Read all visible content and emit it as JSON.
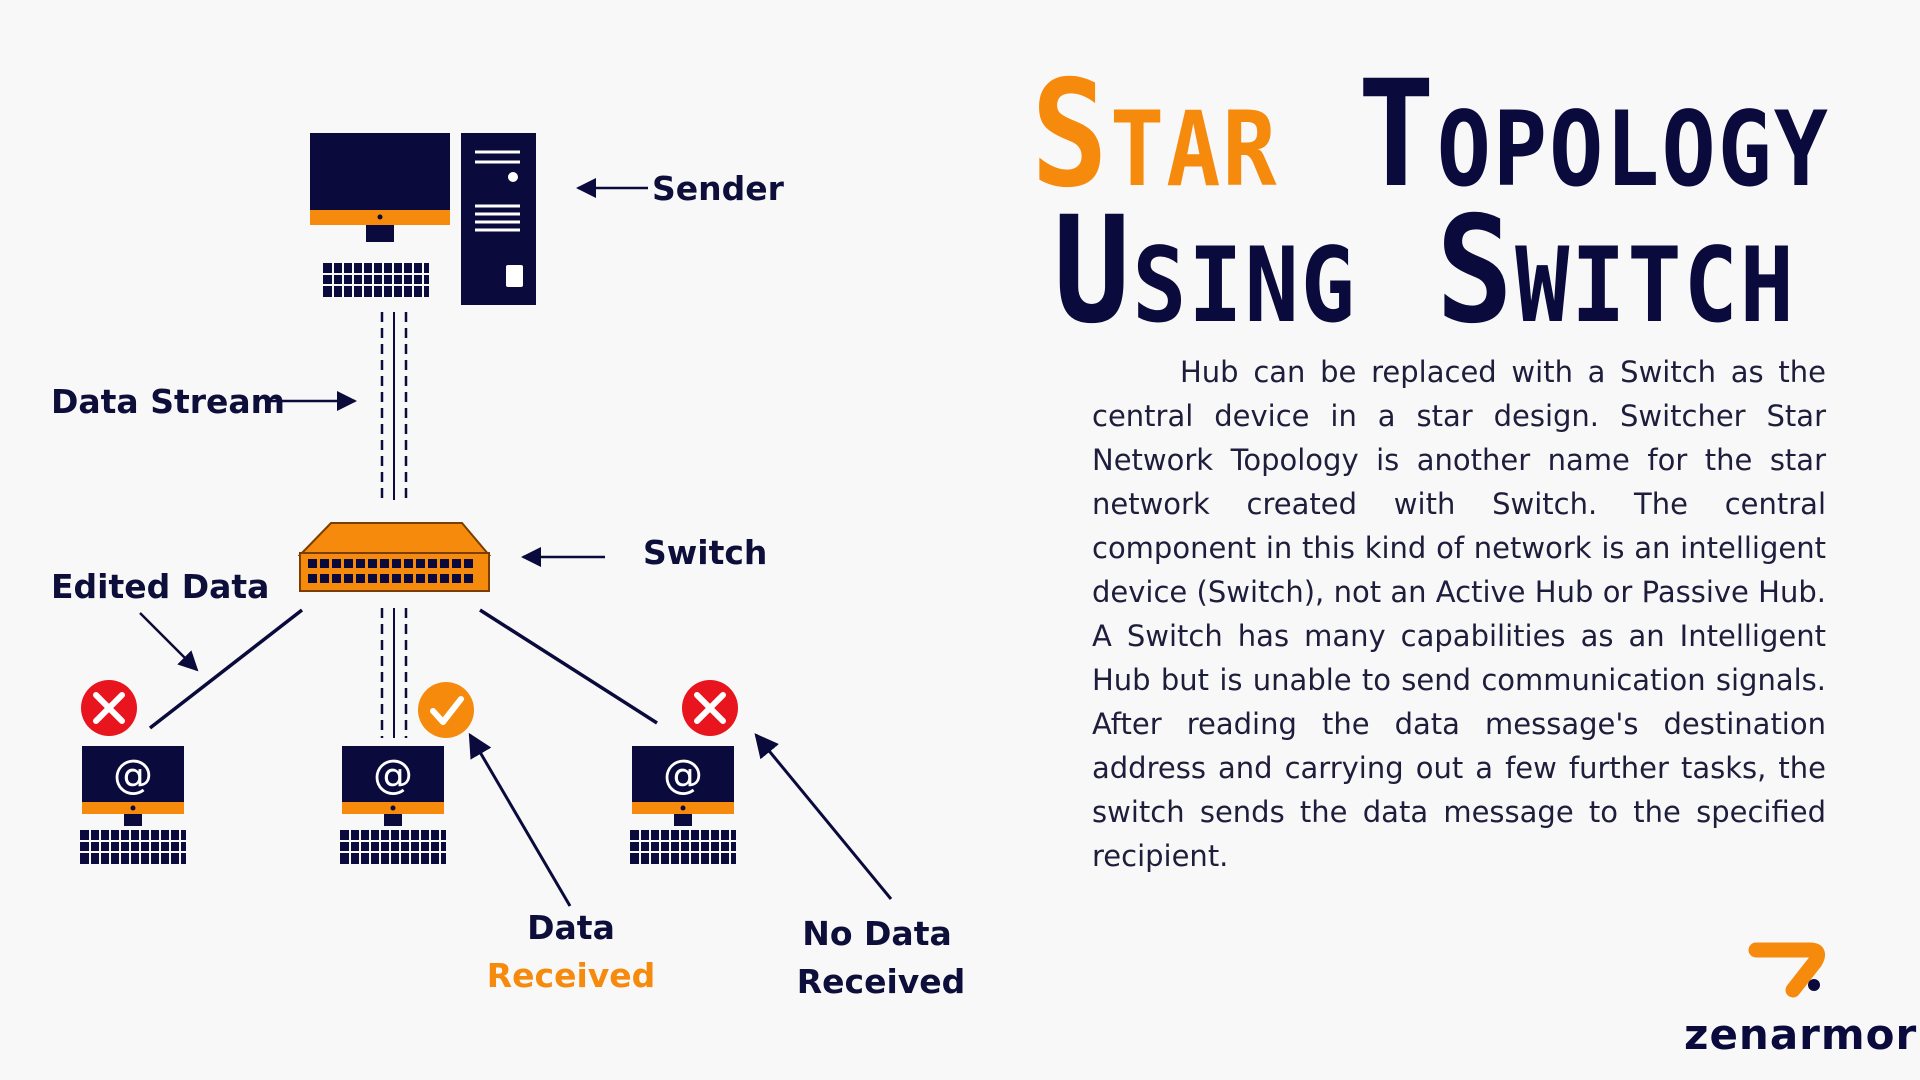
{
  "title": {
    "line1_accent": "Star",
    "line1_rest": "Topology",
    "line2": "Using Switch"
  },
  "description": "Hub can be replaced with a Switch as the central device in a star design. Switcher Star Network Topology is another name for the star network created with Switch. The central component in this kind of network is an intelligent device (Switch), not an Active Hub or Passive Hub. A Switch has many capabilities as an Intelligent Hub but is unable to send communication signals. After reading the data message's destination address and carrying out a few further tasks, the switch sends the data message to the specified recipient.",
  "diagram": {
    "labels": {
      "sender": "Sender",
      "data_stream": "Data Stream",
      "switch": "Switch",
      "edited_data": "Edited Data",
      "data_received_line1": "Data",
      "data_received_line2": "Received",
      "no_data_line1": "No Data",
      "no_data_line2": "Received"
    },
    "nodes": [
      {
        "name": "sender-computer",
        "icon": "desktop-tower-icon"
      },
      {
        "name": "switch",
        "icon": "network-switch-icon"
      },
      {
        "name": "client-left",
        "icon": "email-computer-icon",
        "status": "rejected"
      },
      {
        "name": "client-middle",
        "icon": "email-computer-icon",
        "status": "received"
      },
      {
        "name": "client-right",
        "icon": "email-computer-icon",
        "status": "rejected"
      }
    ]
  },
  "brand": {
    "name": "zenarmor",
    "logo_icon": "zenarmor-logo-icon"
  },
  "colors": {
    "navy": "#0a0a3c",
    "orange": "#f58a0d",
    "red": "#e8141e",
    "background": "#f8f8f8"
  }
}
